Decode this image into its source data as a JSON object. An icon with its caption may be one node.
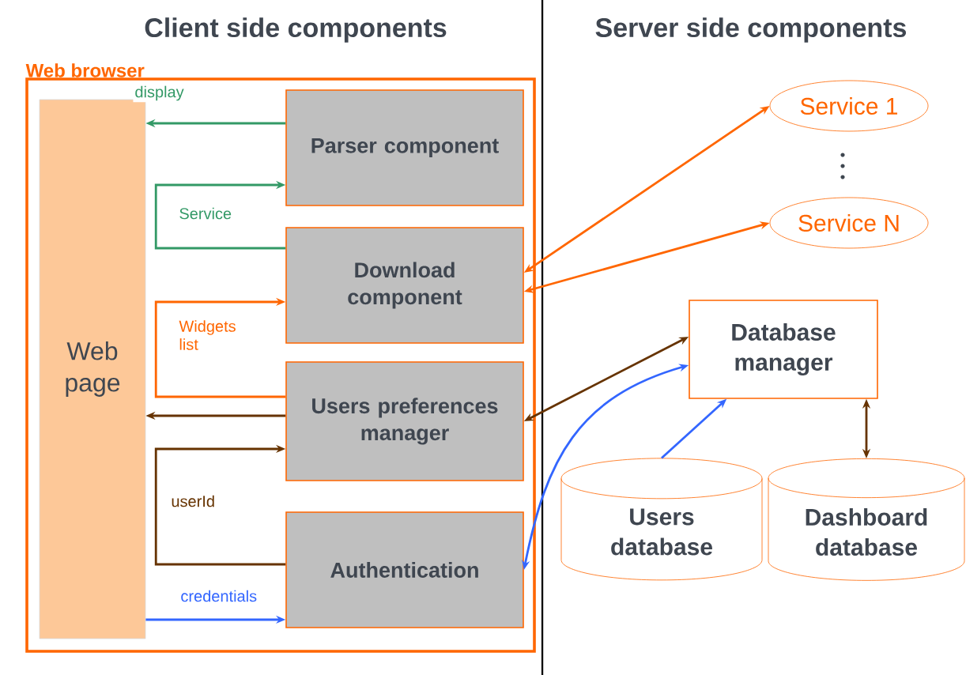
{
  "diagram": {
    "nodes": [
      {
        "text": [
          "Web browser"
        ]
      },
      {
        "text": [
          "Web page"
        ],
        "in": 0
      },
      {
        "text": [
          "Parser component"
        ],
        "in": 0
      },
      {
        "text": [
          "Download component"
        ],
        "in": 0
      },
      {
        "text": [
          "Users preferences manager"
        ],
        "in": 0
      },
      {
        "text": [
          "Authentication"
        ],
        "in": 0
      },
      {
        "text": [
          "Service 1"
        ]
      },
      {
        "text": [
          "Service N"
        ]
      },
      {
        "text": [
          "Database manager"
        ]
      },
      {
        "text": [
          "Users database"
        ]
      },
      {
        "text": [
          "Dashboard database"
        ]
      }
    ],
    "edges": [
      {
        "from": 2,
        "to": 1,
        "arrow": "to",
        "label": "display",
        "color": "#339966"
      },
      {
        "from": 3,
        "to": 2,
        "arrow": "to",
        "label": "Service",
        "color": "#339966"
      },
      {
        "from": 4,
        "to": 3,
        "arrow": "to",
        "label": "Widgets list",
        "color": "#ff6600"
      },
      {
        "from": 4,
        "to": 1,
        "arrow": "to",
        "color": "#663300"
      },
      {
        "from": 5,
        "to": 4,
        "arrow": "to",
        "label": "userId",
        "color": "#663300"
      },
      {
        "from": 1,
        "to": 5,
        "arrow": "to",
        "label": "credentials",
        "color": "#3366ff"
      },
      {
        "from": 3,
        "to": 6,
        "arrow": "both",
        "color": "#ff6600"
      },
      {
        "from": 3,
        "to": 7,
        "arrow": "both",
        "color": "#ff6600"
      },
      {
        "from": 4,
        "to": 8,
        "arrow": "both",
        "color": "#663300"
      },
      {
        "from": 5,
        "to": 8,
        "arrow": "both",
        "color": "#3366ff"
      },
      {
        "from": 9,
        "to": 8,
        "arrow": "to",
        "color": "#3366ff"
      },
      {
        "from": 8,
        "to": 10,
        "arrow": "both",
        "color": "#663300"
      }
    ],
    "labels": [
      "Client side components",
      "Server side components"
    ]
  }
}
